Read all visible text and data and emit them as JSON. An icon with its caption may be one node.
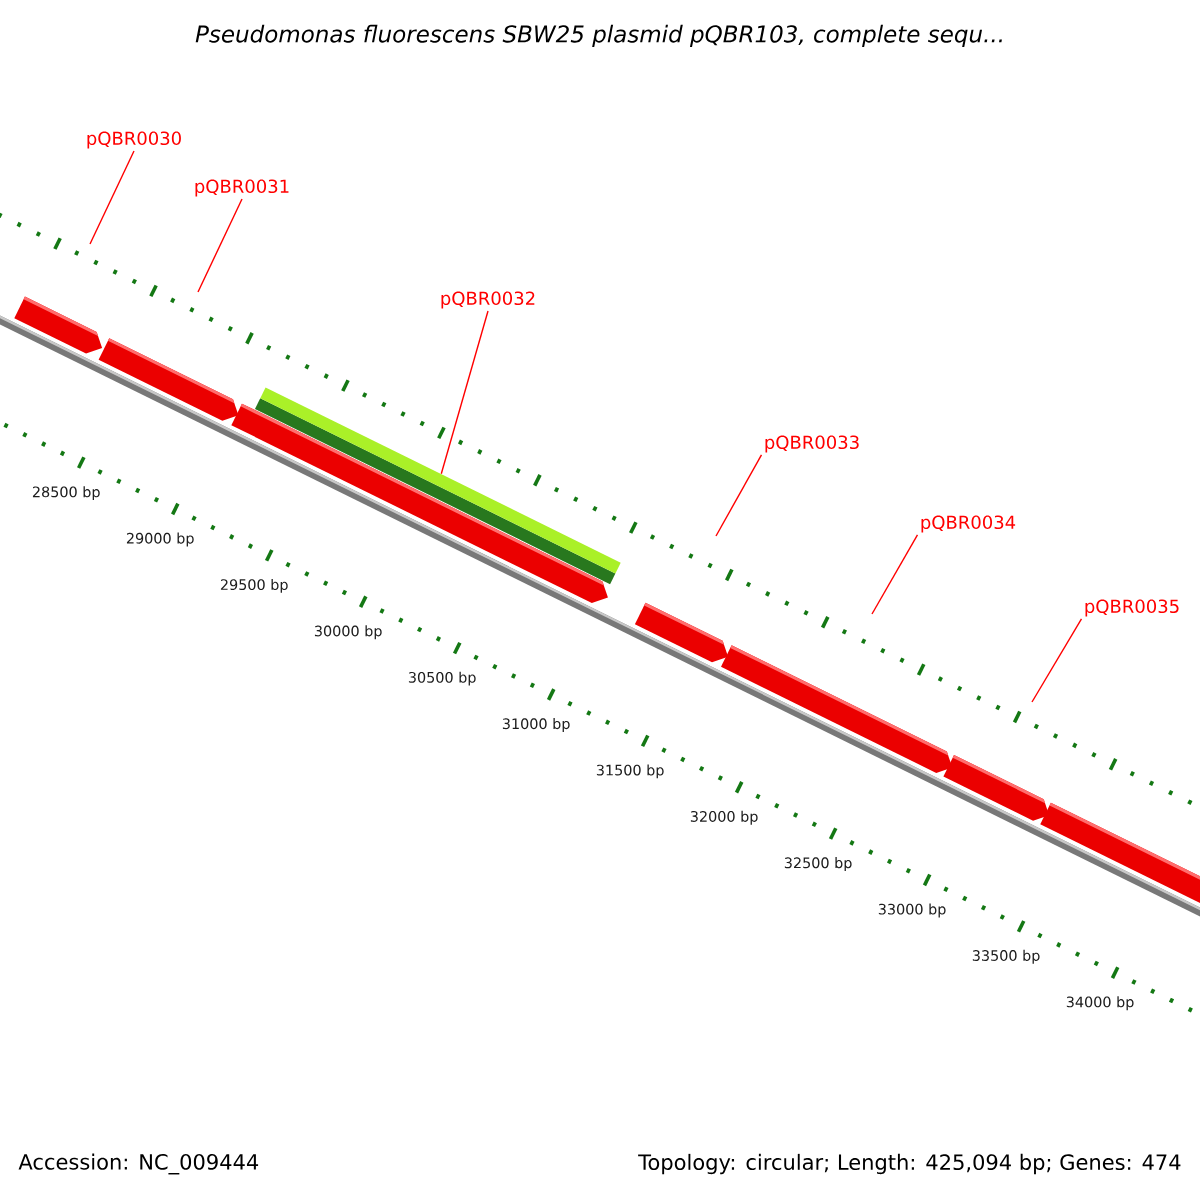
{
  "diagram": {
    "title": "Pseudomonas fluorescens SBW25 plasmid pQBR103, complete sequ...",
    "nodes": [
      {
        "text": [
          "pQBR0030"
        ]
      },
      {
        "text": [
          "pQBR0031"
        ]
      },
      {
        "text": [
          "pQBR0032"
        ]
      },
      {
        "text": [
          "pQBR0033"
        ]
      },
      {
        "text": [
          "pQBR0034"
        ]
      },
      {
        "text": [
          "pQBR0035"
        ]
      },
      {
        "text": [],
        "shape": "bar"
      }
    ],
    "edges": [
      {
        "from": 0,
        "to": null,
        "arrow": "none"
      },
      {
        "from": 1,
        "to": null,
        "arrow": "none"
      },
      {
        "from": 2,
        "to": 6,
        "arrow": "none"
      },
      {
        "from": 3,
        "to": null,
        "arrow": "none"
      },
      {
        "from": 4,
        "to": null,
        "arrow": "none"
      },
      {
        "from": 5,
        "to": null,
        "arrow": "none"
      }
    ],
    "labels": [
      "28500 bp",
      "29000 bp",
      "29500 bp",
      "30000 bp",
      "30500 bp",
      "31000 bp",
      "31500 bp",
      "32000 bp",
      "32500 bp",
      "33000 bp",
      "33500 bp",
      "34000 bp",
      "Accession: NC_009444",
      "Topology: circular; Length: 425,094 bp; Genes: 474"
    ]
  }
}
